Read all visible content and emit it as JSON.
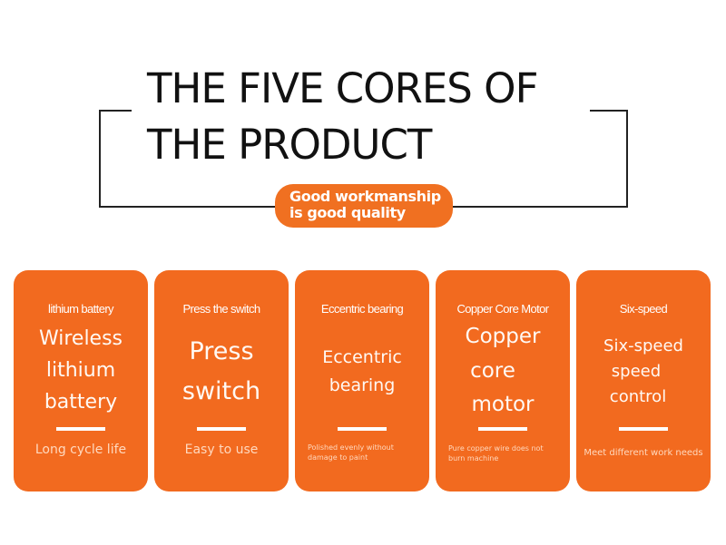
{
  "header": {
    "title_line1": "THE FIVE CORES OF",
    "title_line2": "THE PRODUCT",
    "badge_line1": "Good workmanship",
    "badge_line2": "is good quality"
  },
  "cards": [
    {
      "heading": "lithium battery",
      "big_lines": [
        "Wireless",
        "lithium",
        "battery"
      ],
      "caption": "Long cycle life"
    },
    {
      "heading": "Press the switch",
      "big_lines": [
        "Press",
        "switch"
      ],
      "caption": "Easy to use"
    },
    {
      "heading": "Eccentric bearing",
      "big_lines": [
        "Eccentric",
        "bearing"
      ],
      "caption": "Polished evenly without damage to paint"
    },
    {
      "heading": "Copper Core Motor",
      "big_lines": [
        "Copper",
        "core",
        "motor"
      ],
      "caption": "Pure copper wire does not burn machine"
    },
    {
      "heading": "Six-speed",
      "big_lines": [
        "Six-speed",
        "speed",
        "control"
      ],
      "caption": "Meet different work needs"
    }
  ],
  "colors": {
    "accent": "#f26a1f",
    "badge": "#f07021",
    "text": "#111111"
  }
}
